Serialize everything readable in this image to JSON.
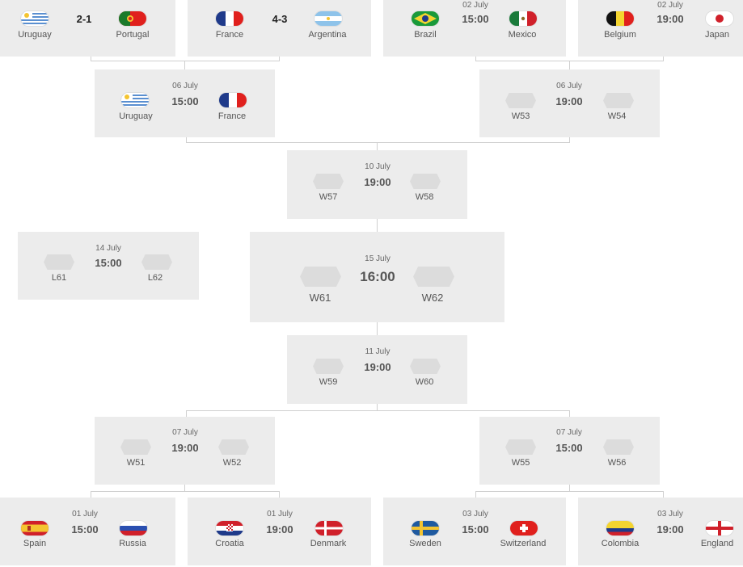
{
  "top_row": [
    {
      "home": "Uruguay",
      "away": "Portugal",
      "score": "2-1"
    },
    {
      "home": "France",
      "away": "Argentina",
      "score": "4-3"
    },
    {
      "home": "Brazil",
      "away": "Mexico",
      "date": "02 July",
      "time": "15:00"
    },
    {
      "home": "Belgium",
      "away": "Japan",
      "date": "02 July",
      "time": "19:00"
    }
  ],
  "qf_top": [
    {
      "date": "06 July",
      "time": "15:00",
      "home": "Uruguay",
      "away": "France"
    },
    {
      "date": "06 July",
      "time": "19:00",
      "home": "W53",
      "away": "W54"
    }
  ],
  "sf_top": {
    "date": "10 July",
    "time": "19:00",
    "home": "W57",
    "away": "W58"
  },
  "third_place": {
    "date": "14 July",
    "time": "15:00",
    "home": "L61",
    "away": "L62"
  },
  "final": {
    "date": "15 July",
    "time": "16:00",
    "home": "W61",
    "away": "W62"
  },
  "sf_bottom": {
    "date": "11 July",
    "time": "19:00",
    "home": "W59",
    "away": "W60"
  },
  "qf_bottom": [
    {
      "date": "07 July",
      "time": "19:00",
      "home": "W51",
      "away": "W52"
    },
    {
      "date": "07 July",
      "time": "15:00",
      "home": "W55",
      "away": "W56"
    }
  ],
  "bottom_row": [
    {
      "home": "Spain",
      "away": "Russia",
      "date": "01 July",
      "time": "15:00"
    },
    {
      "home": "Croatia",
      "away": "Denmark",
      "date": "01 July",
      "time": "19:00"
    },
    {
      "home": "Sweden",
      "away": "Switzerland",
      "date": "03 July",
      "time": "15:00"
    },
    {
      "home": "Colombia",
      "away": "England",
      "date": "03 July",
      "time": "19:00"
    }
  ],
  "flags": {
    "uruguay": "uruguay-flag",
    "portugal": "portugal-flag",
    "france": "france-flag",
    "argentina": "argentina-flag",
    "brazil": "brazil-flag",
    "mexico": "mexico-flag",
    "belgium": "belgium-flag",
    "japan": "japan-flag",
    "spain": "spain-flag",
    "russia": "russia-flag",
    "croatia": "croatia-flag",
    "denmark": "denmark-flag",
    "sweden": "sweden-flag",
    "switzerland": "switzerland-flag",
    "colombia": "colombia-flag",
    "england": "england-flag"
  },
  "colors": {
    "card_bg": "#ececec",
    "connector": "#d0d0d0",
    "placeholder": "#dcdcdc"
  }
}
